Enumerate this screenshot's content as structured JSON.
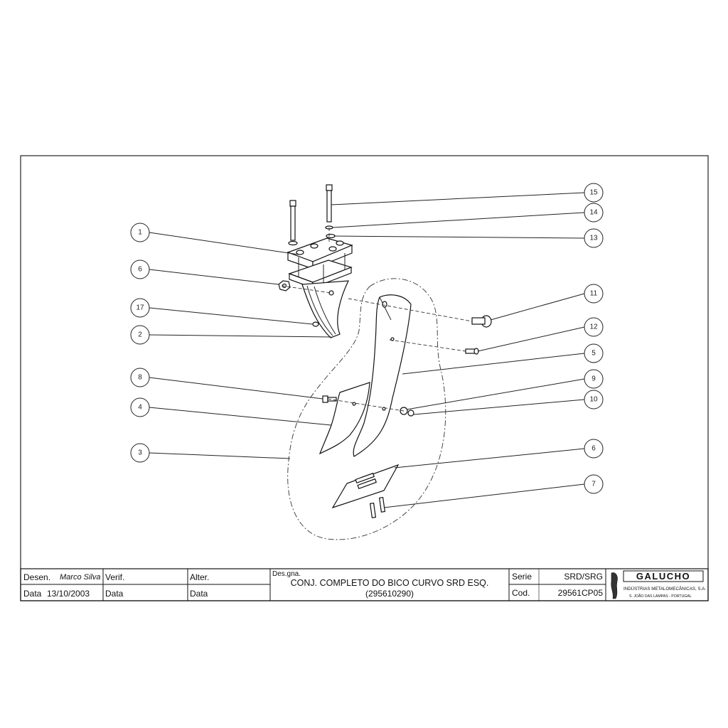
{
  "callouts": [
    {
      "id": "c1",
      "label": "1"
    },
    {
      "id": "c6a",
      "label": "6"
    },
    {
      "id": "c17",
      "label": "17"
    },
    {
      "id": "c2",
      "label": "2"
    },
    {
      "id": "c8",
      "label": "8"
    },
    {
      "id": "c4",
      "label": "4"
    },
    {
      "id": "c3",
      "label": "3"
    },
    {
      "id": "c15",
      "label": "15"
    },
    {
      "id": "c14",
      "label": "14"
    },
    {
      "id": "c13",
      "label": "13"
    },
    {
      "id": "c11",
      "label": "11"
    },
    {
      "id": "c12",
      "label": "12"
    },
    {
      "id": "c5",
      "label": "5"
    },
    {
      "id": "c9",
      "label": "9"
    },
    {
      "id": "c10",
      "label": "10"
    },
    {
      "id": "c6b",
      "label": "6"
    },
    {
      "id": "c7",
      "label": "7"
    }
  ],
  "title_block": {
    "desen_label": "Desen.",
    "desen_value": "Marco Silva",
    "verif_label": "Verif.",
    "alter_label": "Alter.",
    "data_label": "Data",
    "data_value": "13/10/2003",
    "data2_label": "Data",
    "data3_label": "Data",
    "designacao_label": "Des.gna.",
    "title_line1": "CONJ. COMPLETO DO BICO CURVO SRD ESQ.",
    "title_line2": "(295610290)",
    "serie_label": "Serie",
    "serie_value": "SRD/SRG",
    "cod_label": "Cod.",
    "cod_value": "29561CP05",
    "company_logo": "GALUCHO",
    "company_line1": "INDÚSTRIAS METALOMECÂNICAS, S.A.",
    "company_line2": "S. JOÃO DAS LAMPAS - PORTUGAL"
  }
}
